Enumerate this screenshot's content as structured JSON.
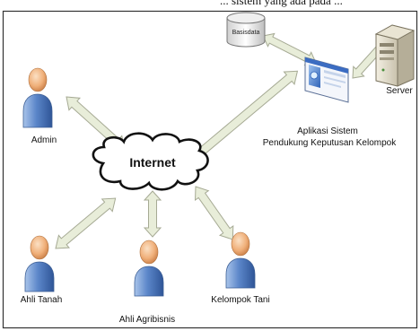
{
  "header_text": "... sistem yang ada pada ...",
  "nodes": {
    "database": {
      "label": "Basisdata"
    },
    "server": {
      "label": "Server"
    },
    "application": {
      "label_line1": "Aplikasi Sistem",
      "label_line2": "Pendukung Keputusan Kelompok"
    },
    "internet": {
      "label": "Internet"
    },
    "admin": {
      "label": "Admin"
    },
    "ahli_tanah": {
      "label": "Ahli Tanah"
    },
    "ahli_agribisnis": {
      "label": "Ahli Agribisnis"
    },
    "kelompok_tani": {
      "label": "Kelompok Tani"
    }
  },
  "colors": {
    "arrow_fill": "#e8edd9",
    "arrow_stroke": "#a6aa94",
    "person_body": "#5b86c9",
    "person_body_light": "#a9c4ea",
    "person_head": "#f0b07a",
    "border": "#333333"
  }
}
